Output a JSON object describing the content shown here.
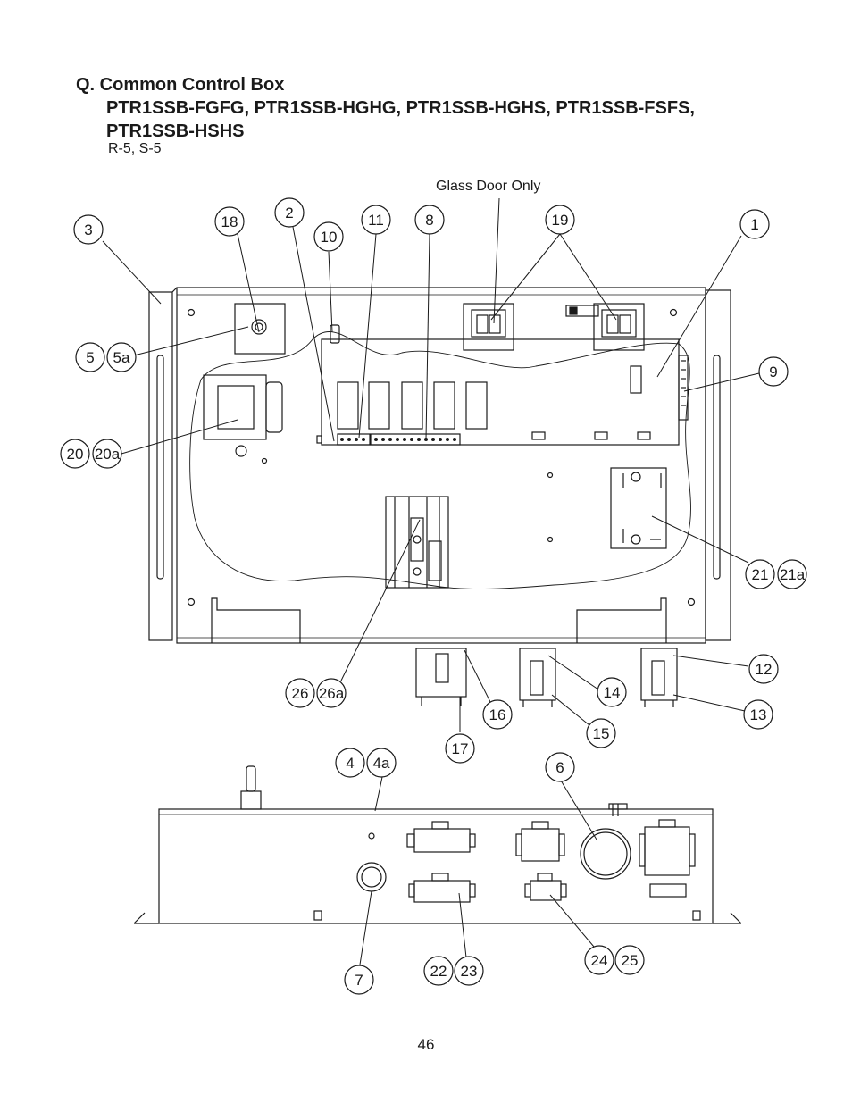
{
  "section_title": "Q. Common Control Box",
  "models_line1": "PTR1SSB-FGFG, PTR1SSB-HGHG, PTR1SSB-HGHS, PTR1SSB-FSFS,",
  "models_line2": "PTR1SSB-HSHS",
  "revision": "R-5, S-5",
  "page_number": "46",
  "callout_note": "Glass Door Only",
  "callouts": [
    {
      "id": "c3",
      "label": "3"
    },
    {
      "id": "c18",
      "label": "18"
    },
    {
      "id": "c2",
      "label": "2"
    },
    {
      "id": "c10",
      "label": "10"
    },
    {
      "id": "c11",
      "label": "11"
    },
    {
      "id": "c8",
      "label": "8"
    },
    {
      "id": "c19",
      "label": "19"
    },
    {
      "id": "c1",
      "label": "1"
    },
    {
      "id": "c5",
      "label": "5"
    },
    {
      "id": "c5a",
      "label": "5a"
    },
    {
      "id": "c9",
      "label": "9"
    },
    {
      "id": "c20",
      "label": "20"
    },
    {
      "id": "c20a",
      "label": "20a"
    },
    {
      "id": "c21",
      "label": "21"
    },
    {
      "id": "c21a",
      "label": "21a"
    },
    {
      "id": "c12",
      "label": "12"
    },
    {
      "id": "c26",
      "label": "26"
    },
    {
      "id": "c26a",
      "label": "26a"
    },
    {
      "id": "c14",
      "label": "14"
    },
    {
      "id": "c16",
      "label": "16"
    },
    {
      "id": "c13",
      "label": "13"
    },
    {
      "id": "c15",
      "label": "15"
    },
    {
      "id": "c17",
      "label": "17"
    },
    {
      "id": "c4",
      "label": "4"
    },
    {
      "id": "c4a",
      "label": "4a"
    },
    {
      "id": "c6",
      "label": "6"
    },
    {
      "id": "c24",
      "label": "24"
    },
    {
      "id": "c25",
      "label": "25"
    },
    {
      "id": "c22",
      "label": "22"
    },
    {
      "id": "c23",
      "label": "23"
    },
    {
      "id": "c7",
      "label": "7"
    }
  ]
}
